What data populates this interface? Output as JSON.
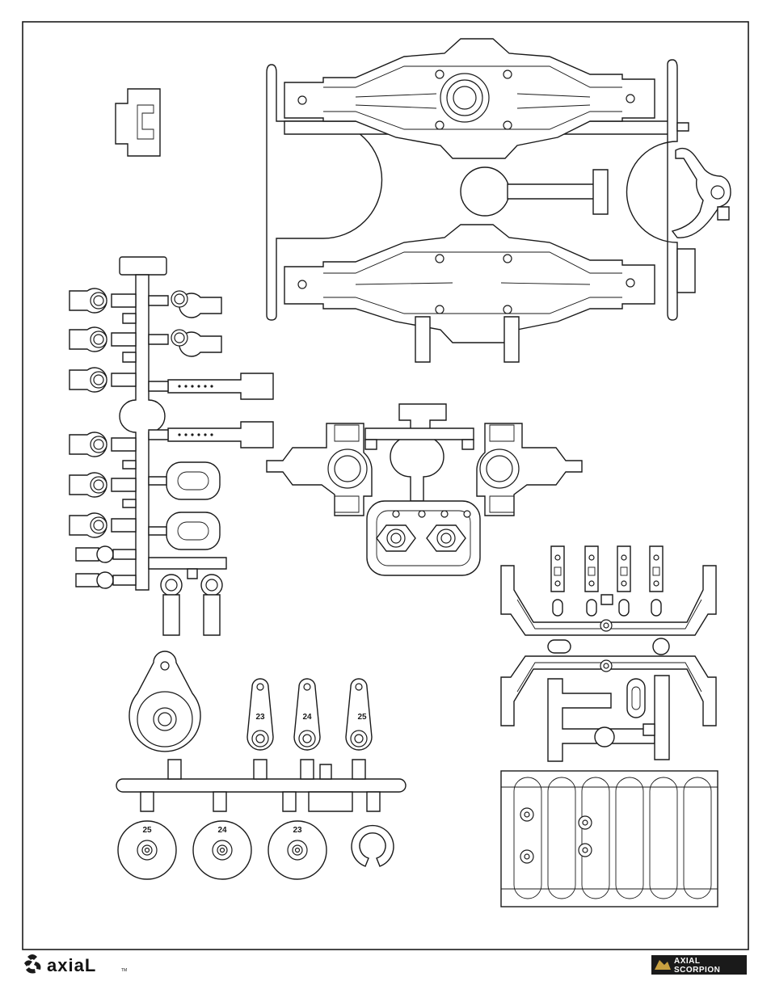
{
  "footer": {
    "brand_left": "axiaL",
    "brand_left_tm": "TM",
    "brand_right_line1": "AXIAL",
    "brand_right_line2": "SCORPION"
  },
  "servo_arms": [
    {
      "label": "23"
    },
    {
      "label": "24"
    },
    {
      "label": "25"
    }
  ],
  "servo_saver_discs": [
    {
      "label": "25"
    },
    {
      "label": "24"
    },
    {
      "label": "23"
    }
  ]
}
